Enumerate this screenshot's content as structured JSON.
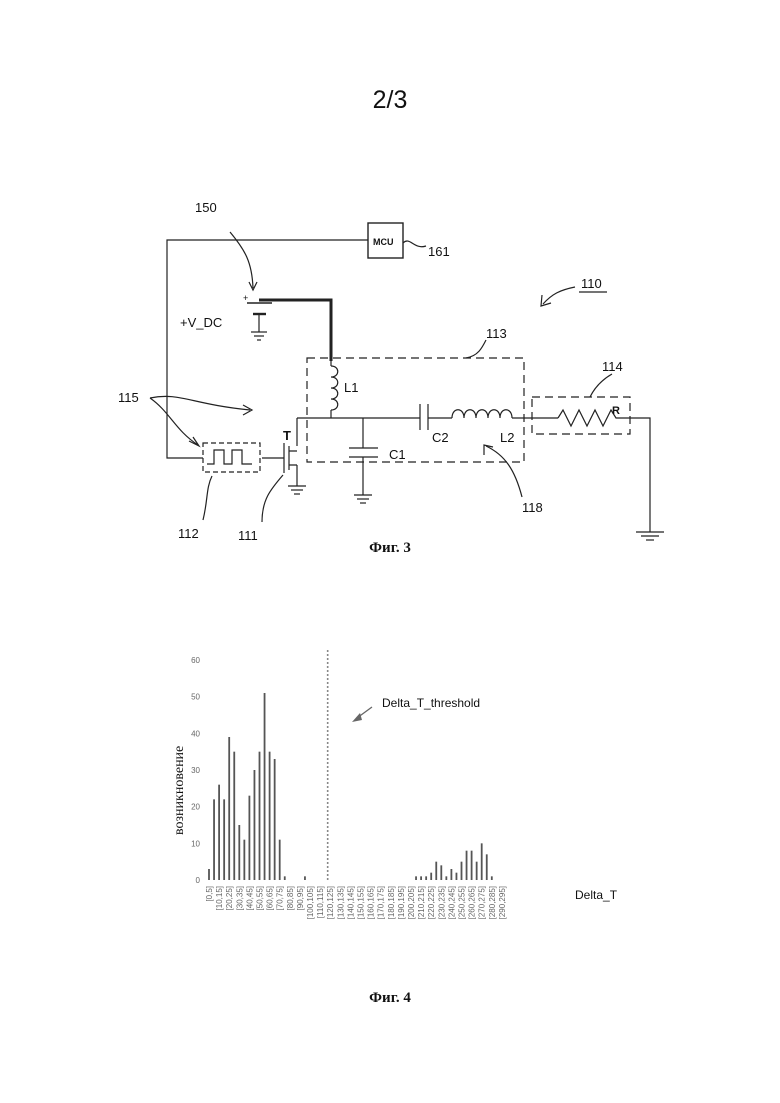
{
  "page_number": "2/3",
  "figure3": {
    "caption": "Фиг. 3",
    "labels": {
      "ref_150": "150",
      "mcu": "MCU",
      "ref_161": "161",
      "ref_110": "110",
      "plus": "+",
      "vdc": "+V_DC",
      "ref_113": "113",
      "ref_114": "114",
      "ref_115": "115",
      "l1": "L1",
      "t": "T",
      "c1": "C1",
      "c2": "C2",
      "l2": "L2",
      "r": "R",
      "ref_112": "112",
      "ref_111": "111",
      "ref_118": "118"
    }
  },
  "figure4": {
    "caption": "Фиг. 4"
  },
  "chart_data": {
    "type": "bar",
    "ylabel": "возникновение",
    "xlabel": "Delta_T",
    "annotation": "Delta_T_threshold",
    "threshold_position": "between [110,115] and [120,125]",
    "ylim": [
      0,
      60
    ],
    "yticks": [
      "0",
      "10",
      "20",
      "30",
      "40",
      "50",
      "60"
    ],
    "categories": [
      "[0,5]",
      "[5,10]",
      "[10,15]",
      "[15,20]",
      "[20,25]",
      "[25,30]",
      "[30,35]",
      "[35,40]",
      "[40,45]",
      "[45,50]",
      "[50,55]",
      "[55,60]",
      "[60,65]",
      "[65,70]",
      "[70,75]",
      "[75,80]",
      "[80,85]",
      "[85,90]",
      "[90,95]",
      "[95,100]",
      "[100,105]",
      "[105,110]",
      "[110,115]",
      "[115,120]",
      "[120,125]",
      "[125,130]",
      "[130,135]",
      "[135,140]",
      "[140,145]",
      "[145,150]",
      "[150,155]",
      "[155,160]",
      "[160,165]",
      "[165,170]",
      "[170,175]",
      "[175,180]",
      "[180,185]",
      "[185,190]",
      "[190,195]",
      "[195,200]",
      "[200,205]",
      "[205,210]",
      "[210,215]",
      "[215,220]",
      "[220,225]",
      "[225,230]",
      "[230,235]",
      "[235,240]",
      "[240,245]",
      "[245,250]",
      "[250,255]",
      "[255,260]",
      "[260,265]",
      "[265,270]",
      "[270,275]",
      "[275,280]",
      "[280,285]",
      "[285,290]",
      "[290,295]"
    ],
    "tick_labels": [
      "[0,5]",
      "[10,15]",
      "[20,25]",
      "[30,35]",
      "[40,45]",
      "[50,55]",
      "[60,65]",
      "[70,75]",
      "[80,85]",
      "[90,95]",
      "[100,105]",
      "[110,115]",
      "[120,125]",
      "[130,135]",
      "[140,145]",
      "[150,155]",
      "[160,165]",
      "[170,175]",
      "[180,185]",
      "[190,195]",
      "[200,205]",
      "[210,215]",
      "[220,225]",
      "[230,235]",
      "[240,245]",
      "[250,255]",
      "[260,265]",
      "[270,275]",
      "[280,285]",
      "[290,295]"
    ],
    "values": [
      3,
      22,
      26,
      22,
      39,
      35,
      15,
      11,
      23,
      30,
      35,
      51,
      35,
      33,
      11,
      1,
      0,
      0,
      0,
      1,
      0,
      0,
      0,
      0,
      0,
      0,
      0,
      0,
      0,
      0,
      0,
      0,
      0,
      0,
      0,
      0,
      0,
      0,
      0,
      0,
      0,
      1,
      1,
      1,
      2,
      5,
      4,
      1,
      3,
      2,
      5,
      8,
      8,
      5,
      10,
      7,
      1,
      0,
      0
    ],
    "grid": false,
    "legend": "none"
  }
}
